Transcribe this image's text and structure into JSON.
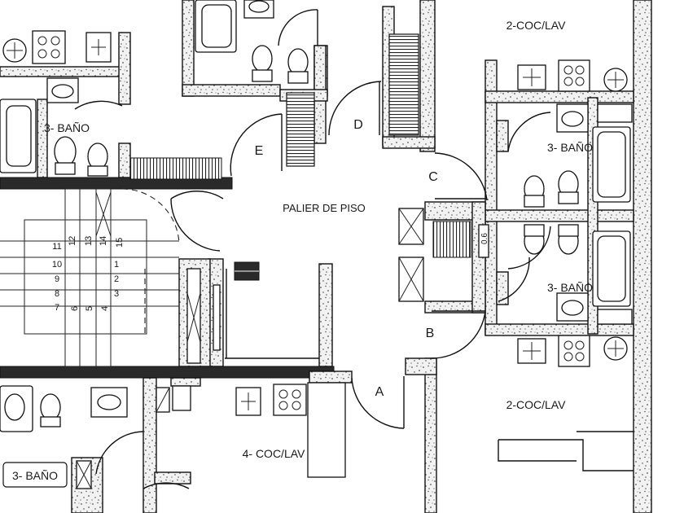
{
  "plan": {
    "landing_label": "PALIER DE PISO",
    "door_labels": {
      "a": "A",
      "b": "B",
      "c": "C",
      "d": "D",
      "e": "E"
    },
    "room_labels": {
      "kitchen_top_right": "2-COC/LAV",
      "kitchen_bottom_right": "2-COC/LAV",
      "bath_right_upper": "3- BAÑO",
      "bath_right_lower": "3- BAÑO",
      "bath_top_left": "3- BAÑO",
      "kitchen_bottom_center": "4- COC/LAV",
      "bath_bottom_left": "3- BAÑO"
    },
    "stair_numbers": {
      "left_column": [
        "11",
        "10",
        "9",
        "8",
        "7"
      ],
      "top_row": [
        "12",
        "13",
        "14",
        "15"
      ],
      "right_column": [
        "1",
        "2",
        "3"
      ],
      "bottom_row": [
        "6",
        "5",
        "4"
      ]
    },
    "shaft_label": "0.6"
  }
}
